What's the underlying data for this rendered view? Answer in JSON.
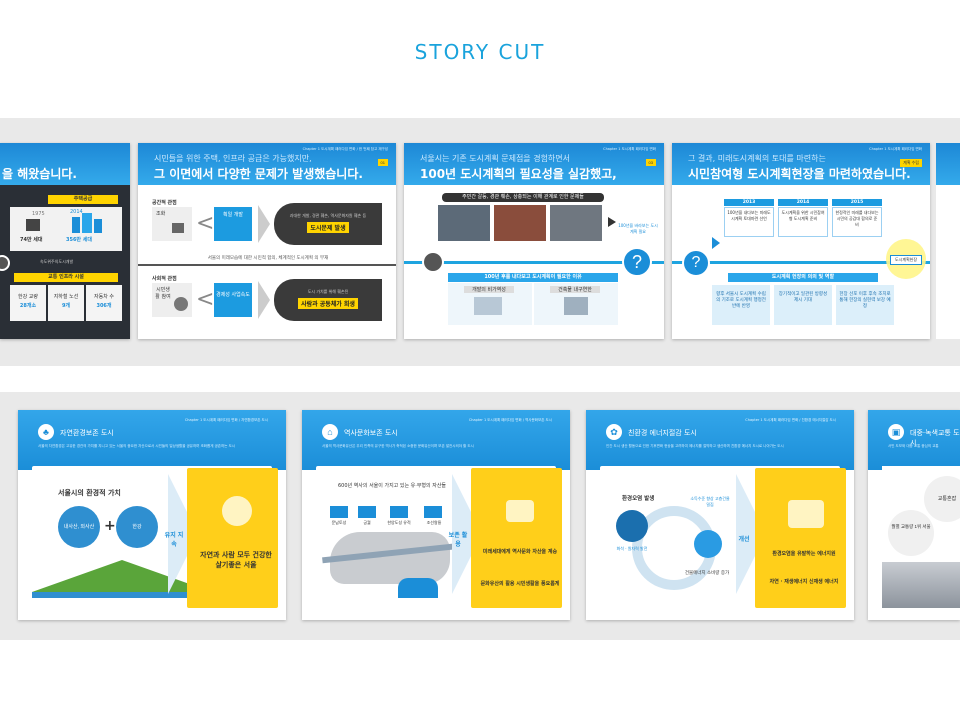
{
  "page": {
    "title": "STORY  CUT"
  },
  "top_slides": [
    {
      "subtitle": "",
      "main": "을 해왔습니다.",
      "boxes": {
        "housing_label": "주택공급",
        "y1975": "1975",
        "y2014": "2014",
        "households_1975": "74만 세대",
        "households_2014": "356만 세대",
        "city_text": "속도위주의도시개발",
        "traffic_label": "교통 인프라 시설",
        "c1_label": "한강 교량",
        "c1_val": "28개소",
        "c2_label": "지하철 노선",
        "c2_val": "9개",
        "c3_label": "자동차 수",
        "c3_val": "306개"
      }
    },
    {
      "subtitle": "시민들을 위한 주택, 인프라 공급은 가능했지만,",
      "main": "그 이면에서 다양한 문제가 발생했습니다.",
      "crumb": "Chapter 1  도시계획 패러다임 변화 / 한 번째 참고 재구성",
      "tag": "01",
      "rows": [
        {
          "label": "공간적 관점",
          "left": "조화",
          "right_small": "획일 개발",
          "panel_small": "과대한 개발, 경관 훼손, 역사문화자원 훼손 등",
          "panel": "도시문제 발생"
        },
        {
          "label": "사회적 관점",
          "left": "시민생활 참여",
          "right_small": "경제성 사업속도",
          "panel_small": "도시 가치를 위해 훼손된",
          "panel": "사람과 공동체가 희생"
        }
      ],
      "middle": "서울의 미래모습에 대한 시민적 합의, 체계적인 도시계획 의 부재"
    },
    {
      "subtitle": "서울시는 기존 도시계획 문제점을 경험하면서",
      "main": "100년 도시계획의 필요성을 실감했고,",
      "crumb": "Chapter 1  도시계획 패러다임 변화",
      "tag": "03",
      "photos_label": "주민간 갈등, 경관 훼손, 상충되는 이해 관계로 인한 문제들",
      "needed": "100년 후를 내다보고 도시계획이 필요한 이유",
      "sub1": "개발의 비가역성",
      "sub2": "건축물 내구연한",
      "question_note": "100년을 바라보는 도시계획 필요"
    },
    {
      "subtitle": "그 결과, 미래도시계획의 토대를 마련하는",
      "main": "시민참여형 도시계획현장을 마련하였습니다.",
      "crumb": "Chapter 1  도시계획 패러다임 변화",
      "tag": "계획 수립",
      "years": [
        {
          "year": "2013",
          "text": "100년을 내다보는 미래도시계획 토대마련 선언"
        },
        {
          "year": "2014",
          "text": "도시계획을 위한 시민참여형 도시계획 준비"
        },
        {
          "year": "2015",
          "text": "한정적인 미래를 내다보는 시민의 공감대 합의로 준비"
        }
      ],
      "badge": "도시계획헌장",
      "section": "도시계획 헌장의 의의 및 역할",
      "cols": [
        "향후 서울시 도시계획 수립의 기조로 도시계획 행정전반에 반영",
        "장기적이고 일관된 방향성 제시 기대",
        "헌장 선포 이후 후속 조치로 통해 헌장의 실현력 보강 예정"
      ]
    }
  ],
  "bottom_slides": [
    {
      "title": "자연환경보존 도시",
      "crumb": "Chapter 1  도시계획 패러다임 변화 / 자연환경보존 도시",
      "desc": "서울의 자연환경은 고유한 경관의 가치를 지니고 있는 서울의 중요한 자산으로서 시민들의 일상생활을 공유하며 조화롭게 공존하는 도시",
      "heading": "서울시의 환경적 가치",
      "circle1": "내사산, 외사산",
      "plus": "+",
      "circle2": "한강",
      "arrow": "유지 지속",
      "yellow": "자연과 사람 모두 건강한 살기좋은 서울"
    },
    {
      "title": "역사문화보존 도시",
      "crumb": "Chapter 1  도시계획 패러다임 변화 / 역사문화보존 도시",
      "desc": "서울의 역사문화유산은 우리 민족의 유구한 역사가 축적된 소중한 문화유산이며 보존 발전시켜야 할 도시",
      "heading": "600년 역사의 서울이 가지고 있는 유·무형의 자산들",
      "items": [
        "문남토성",
        "궁궐",
        "한양도성 유적",
        "조선왕릉"
      ],
      "arrow": "보존 활용",
      "yellow1": "미래세대에게 역사문화 자산을 계승",
      "yellow2": "문화유산의 활용 시민생활을 풍요롭게"
    },
    {
      "title": "친환경 에너지절감 도시",
      "crumb": "Chapter 1  도시계획 패러다임 변화 / 친환경 에너지절감 도시",
      "desc": "인간 도시 생산 활동으로 인한 기후변화 현상을 고려하여 에너지를 절약하고 생산하며 친환경 에너지 도시로 나아가는 도시",
      "heading": "환경오염 발생",
      "c1": "화석 · 원자력 발전",
      "c2": "소득수준 향상 고층건물 밀집",
      "c3": "건물에너지 소비량 증가",
      "arrow": "개선",
      "yellow1": "환경오염을 유발하는 에너지원",
      "yellow2": "자연 · 재생에너지 신재생 에너지"
    },
    {
      "title": "대중·녹색교통 도시",
      "desc": "서민 도보와 대중 교통 중심의 교통",
      "b1": "교통혼잡",
      "b2": "월별 교통량 1위 서울"
    }
  ]
}
